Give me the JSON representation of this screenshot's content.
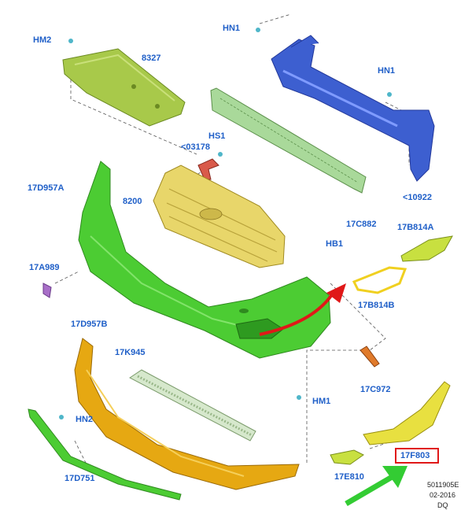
{
  "labels": {
    "hm2": "HM2",
    "p8327": "8327",
    "hn1_top": "HN1",
    "hn1_right": "HN1",
    "hs1": "HS1",
    "p03178": "<03178",
    "p17d957a": "17D957A",
    "p8200": "8200",
    "p10922": "<10922",
    "p17c882": "17C882",
    "p17b814a": "17B814A",
    "hb1": "HB1",
    "p17a989": "17A989",
    "p17b814b": "17B814B",
    "p17d957b": "17D957B",
    "p17k945": "17K945",
    "p17c972": "17C972",
    "hm1": "HM1",
    "hn2": "HN2",
    "p17f803": "17F803",
    "p17d751": "17D751",
    "p17e810": "17E810"
  },
  "footer": {
    "code": "5011905E",
    "date": "02-2016",
    "initials": "DQ"
  },
  "colors": {
    "label_blue": "#1f5fc8",
    "highlight_red": "#e01818",
    "arrow_green": "#33cc33",
    "bumper_green": "#4ccc33",
    "reinforcement_blue": "#3d5fd0",
    "grille_yellow": "#e8d66a",
    "lower_orange": "#e6a812",
    "shield_olive": "#a8c94a"
  }
}
